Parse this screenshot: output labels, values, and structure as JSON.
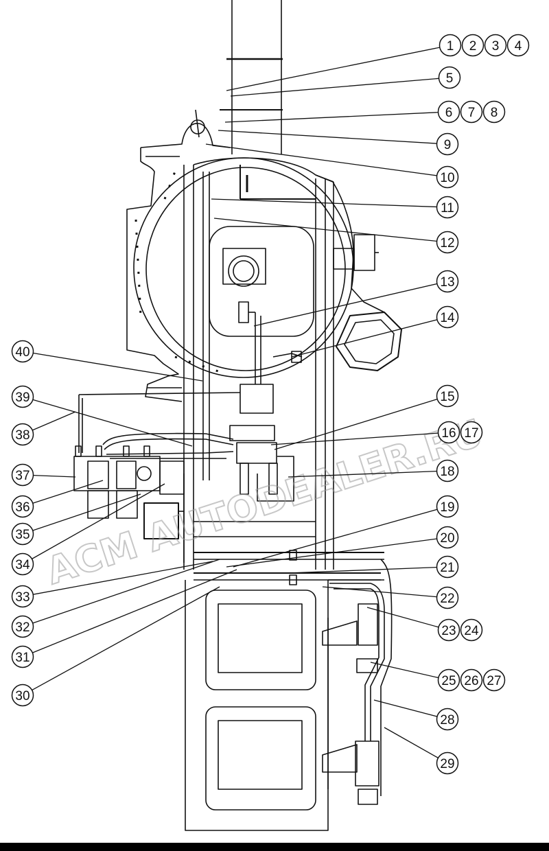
{
  "diagram": {
    "watermark": "ACM AUTODEALER.RU",
    "callouts": [
      {
        "id": "c1",
        "label": "1"
      },
      {
        "id": "c2",
        "label": "2"
      },
      {
        "id": "c3",
        "label": "3"
      },
      {
        "id": "c4",
        "label": "4"
      },
      {
        "id": "c5",
        "label": "5"
      },
      {
        "id": "c6",
        "label": "6"
      },
      {
        "id": "c7",
        "label": "7"
      },
      {
        "id": "c8",
        "label": "8"
      },
      {
        "id": "c9",
        "label": "9"
      },
      {
        "id": "c10",
        "label": "10"
      },
      {
        "id": "c11",
        "label": "11"
      },
      {
        "id": "c12",
        "label": "12"
      },
      {
        "id": "c13",
        "label": "13"
      },
      {
        "id": "c14",
        "label": "14"
      },
      {
        "id": "c15",
        "label": "15"
      },
      {
        "id": "c16",
        "label": "16"
      },
      {
        "id": "c17",
        "label": "17"
      },
      {
        "id": "c18",
        "label": "18"
      },
      {
        "id": "c19",
        "label": "19"
      },
      {
        "id": "c20",
        "label": "20"
      },
      {
        "id": "c21",
        "label": "21"
      },
      {
        "id": "c22",
        "label": "22"
      },
      {
        "id": "c23",
        "label": "23"
      },
      {
        "id": "c24",
        "label": "24"
      },
      {
        "id": "c25",
        "label": "25"
      },
      {
        "id": "c26",
        "label": "26"
      },
      {
        "id": "c27",
        "label": "27"
      },
      {
        "id": "c28",
        "label": "28"
      },
      {
        "id": "c29",
        "label": "29"
      },
      {
        "id": "c30",
        "label": "30"
      },
      {
        "id": "c31",
        "label": "31"
      },
      {
        "id": "c32",
        "label": "32"
      },
      {
        "id": "c33",
        "label": "33"
      },
      {
        "id": "c34",
        "label": "34"
      },
      {
        "id": "c35",
        "label": "35"
      },
      {
        "id": "c36",
        "label": "36"
      },
      {
        "id": "c37",
        "label": "37"
      },
      {
        "id": "c38",
        "label": "38"
      },
      {
        "id": "c39",
        "label": "39"
      },
      {
        "id": "c40",
        "label": "40"
      }
    ]
  },
  "colors": {
    "line": "#111111",
    "background": "#ffffff",
    "watermark": "#b8b8b8"
  }
}
